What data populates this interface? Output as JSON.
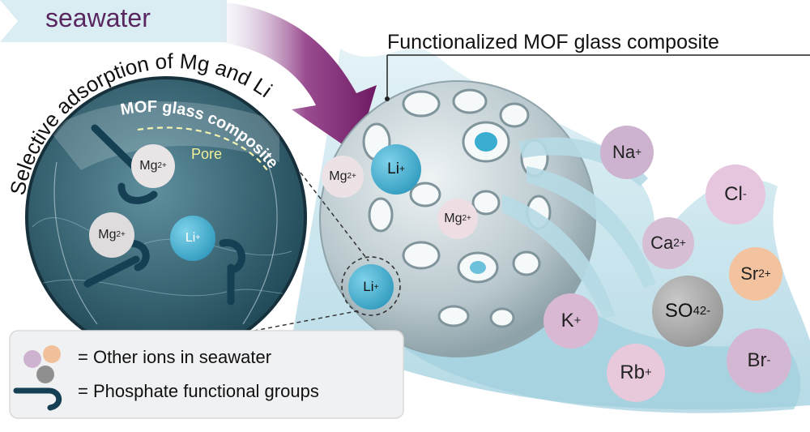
{
  "labels": {
    "seawater": "seawater",
    "composite_title": "Functionalized MOF glass composite",
    "selective": "Selective adsorption of Mg and Li",
    "mof_glass": "MOF glass composite",
    "pore": "Pore"
  },
  "legend": {
    "other_ions": "= Other ions in seawater",
    "phosphate": "= Phosphate functional groups"
  },
  "ions": {
    "na": {
      "base": "Na",
      "sup": "+"
    },
    "cl": {
      "base": "Cl",
      "sup": "-"
    },
    "ca": {
      "base": "Ca",
      "sup": "2+"
    },
    "sr": {
      "base": "Sr",
      "sup": "2+"
    },
    "k": {
      "base": "K",
      "sup": "+"
    },
    "so4": {
      "base": "SO",
      "sub": "4",
      "sup": "2-"
    },
    "rb": {
      "base": "Rb",
      "sup": "+"
    },
    "br": {
      "base": "Br",
      "sup": " -"
    },
    "li": {
      "base": "Li",
      "sup": "+"
    },
    "mg": {
      "base": "Mg",
      "sup": "2+"
    }
  },
  "colors": {
    "arrow": "#7a1f6e",
    "water": "#bfe0ea",
    "li": "#2aa3c8",
    "na": "#cdb3cf",
    "cl": "#e4c2dc",
    "ca": "#d3bcd2",
    "sr": "#f1c09a",
    "so4": "#9e9e9e",
    "mg": "#ece4e6"
  }
}
